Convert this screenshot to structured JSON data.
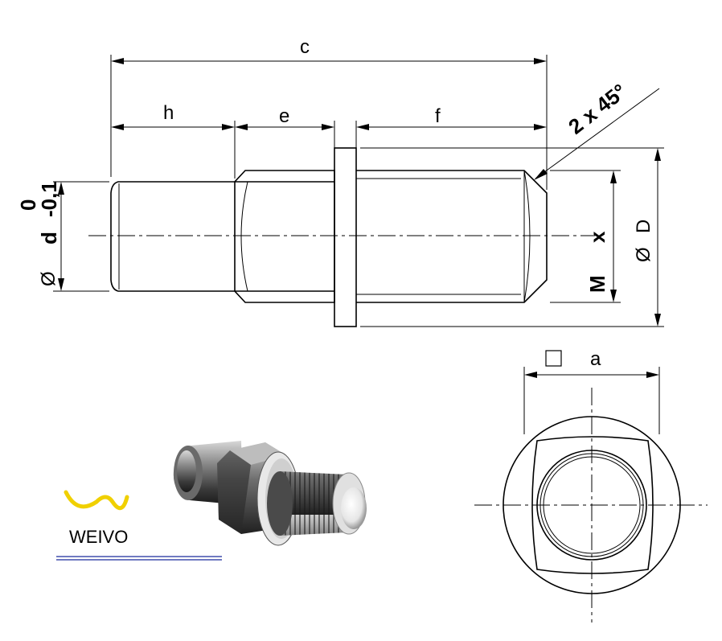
{
  "dimensions": {
    "c": "c",
    "h": "h",
    "e": "e",
    "f": "f",
    "chamfer": "2 x 45°",
    "d_symbol": "Ø",
    "d": "d",
    "tol_upper": "0",
    "tol_lower": "-0,1",
    "M": "M",
    "x": "x",
    "D_symbol": "Ø",
    "D": "D",
    "a": "a"
  },
  "logo": {
    "text": "WEIVO",
    "icon": "weivo-wave-icon",
    "color": "#f0d000",
    "underline_color": "#1a2a9c"
  }
}
